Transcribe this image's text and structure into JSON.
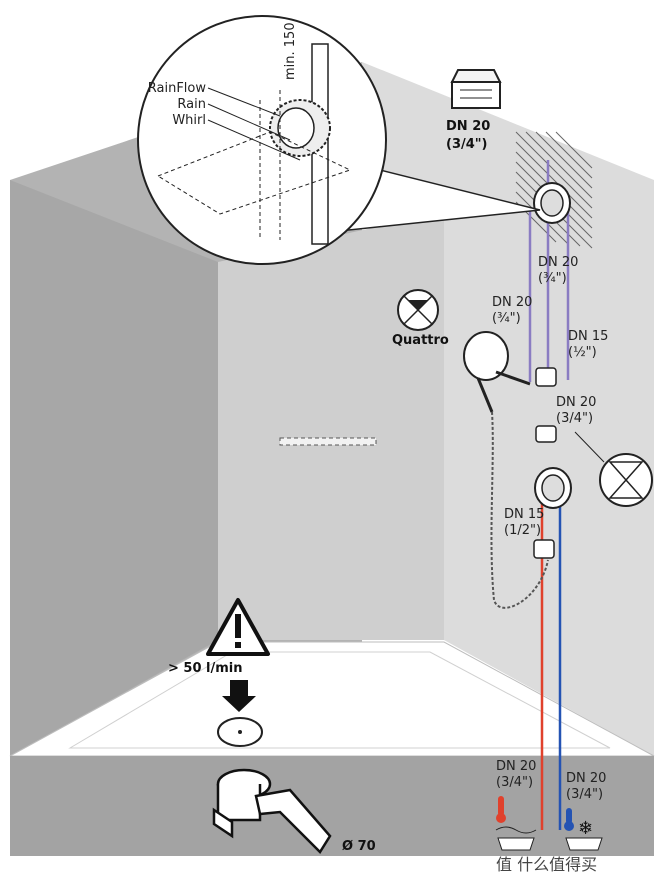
{
  "zoom_callout": {
    "labels": [
      "RainFlow",
      "Rain",
      "Whirl"
    ],
    "dimension": "min. 150"
  },
  "supply_top": {
    "size": "DN 20",
    "inch": "(3/4\")"
  },
  "pipe_labels": {
    "upper_dn20": {
      "size": "DN 20",
      "inch": "(¾\")"
    },
    "handshower_dn20": {
      "size": "DN 20",
      "inch": "(¾\")"
    },
    "dn15": {
      "size": "DN 15",
      "inch": "(½\")"
    },
    "middle_dn20": {
      "size": "DN 20",
      "inch": "(3/4\")"
    },
    "lower_dn15": {
      "size": "DN 15",
      "inch": "(1/2\")"
    }
  },
  "quattro_label": "Quattro",
  "drain": {
    "flow": "> 50 l/min",
    "diameter": "Ø 70"
  },
  "supply_hot": {
    "size": "DN 20",
    "inch": "(3/4\")",
    "icon": "hot-water-icon"
  },
  "supply_cold": {
    "size": "DN 20",
    "inch": "(3/4\")",
    "icon": "cold-water-icon"
  },
  "watermark": "值 什么值得买",
  "colors": {
    "wall_dark": "#a9a9a9",
    "wall_mid": "#cfcfcf",
    "wall_light": "#b8b8b8",
    "floor": "#9e9e9e",
    "hot_pipe": "#e0412c",
    "cold_pipe": "#2453b3",
    "purple_pipe": "#8a7cc2"
  }
}
